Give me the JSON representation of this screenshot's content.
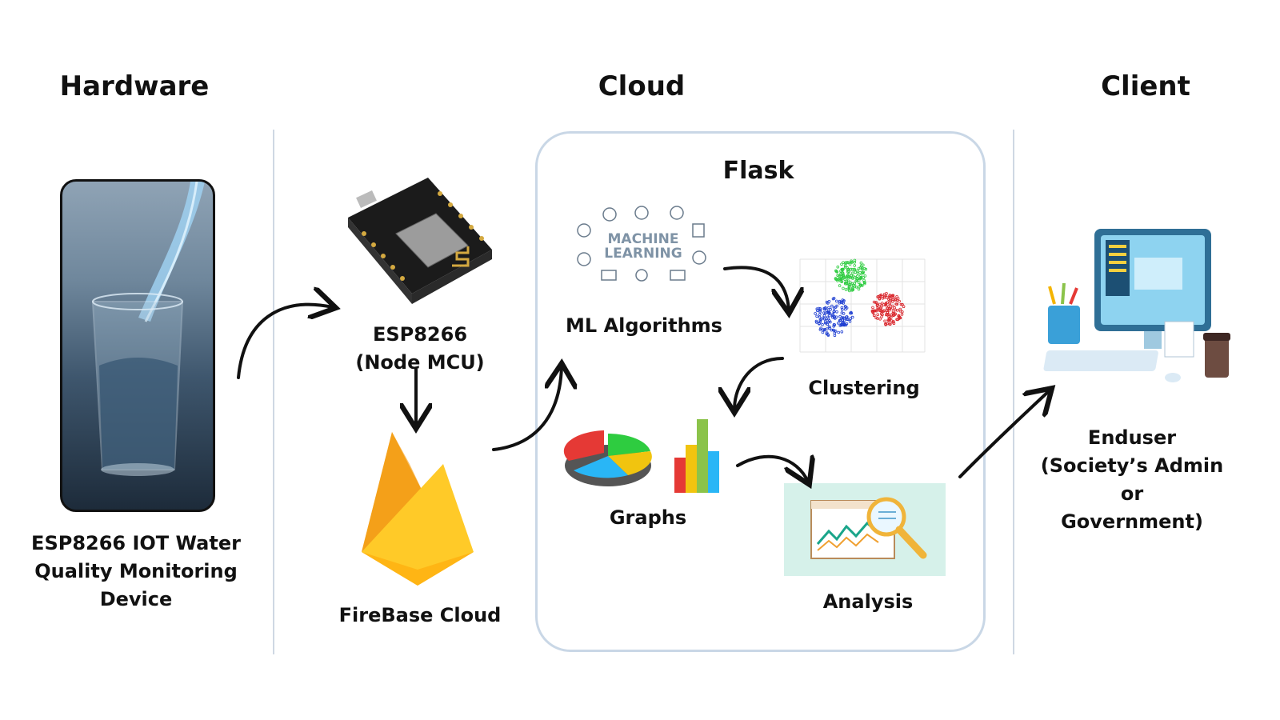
{
  "headers": {
    "hardware": "Hardware",
    "cloud": "Cloud",
    "client": "Client"
  },
  "flask": {
    "title": "Flask"
  },
  "nodes": {
    "device": {
      "line1": "ESP8266 IOT Water",
      "line2": "Quality Monitoring",
      "line3": "Device"
    },
    "esp": {
      "line1": "ESP8266",
      "line2": "(Node MCU)"
    },
    "firebase": {
      "label": "FireBase Cloud"
    },
    "ml": {
      "label": "ML Algorithms",
      "img_line1": "MACHINE",
      "img_line2": "LEARNING"
    },
    "clustering": {
      "label": "Clustering"
    },
    "graphs": {
      "label": "Graphs"
    },
    "analysis": {
      "label": "Analysis"
    },
    "enduser": {
      "line1": "Enduser",
      "line2": "(Society’s Admin",
      "line3": "or",
      "line4": "Government)"
    }
  },
  "colors": {
    "divider": "#cfd8e3",
    "flask_border": "#c9d7e6",
    "firebase_orange": "#f5a623",
    "firebase_yellow": "#ffca28",
    "cluster_green": "#2ecc40",
    "cluster_blue": "#1f3fd1",
    "cluster_red": "#d9262c"
  }
}
